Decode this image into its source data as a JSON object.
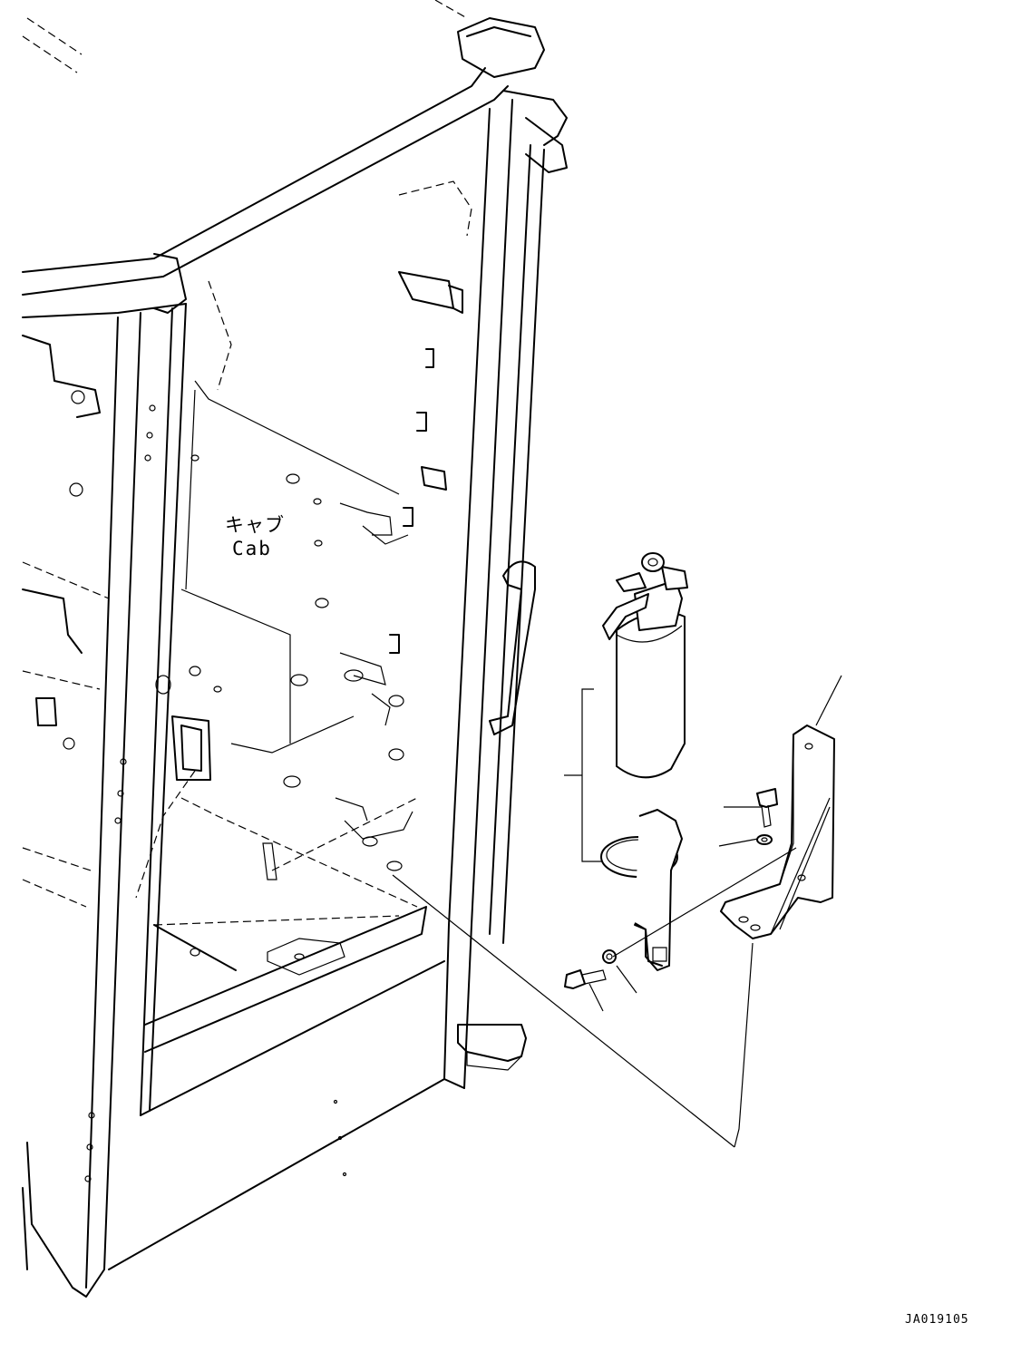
{
  "cab_label": {
    "japanese": "キャブ",
    "english": "Cab"
  },
  "drawing_id": "JA019105"
}
